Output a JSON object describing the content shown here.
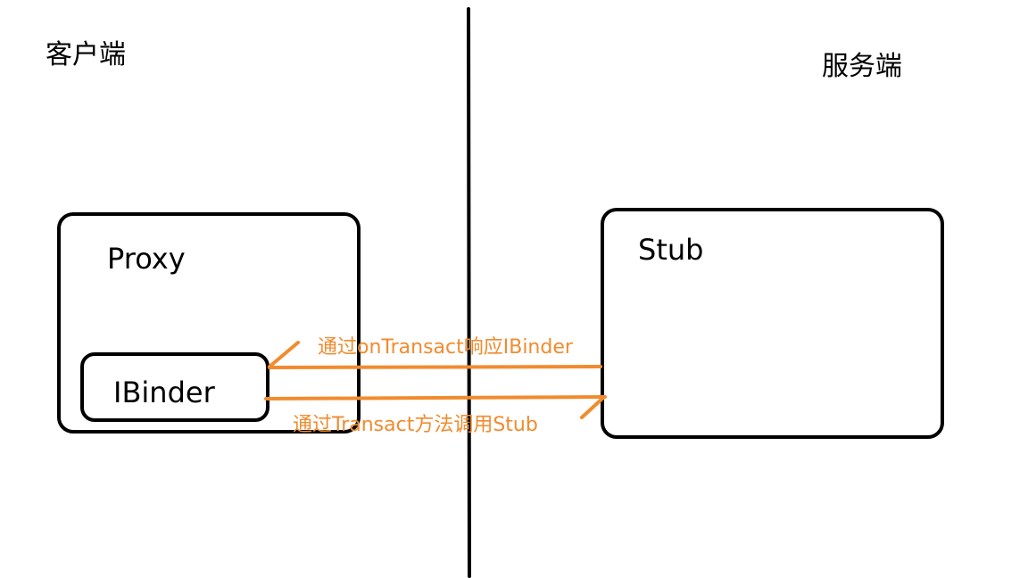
{
  "sides": {
    "client": "客户端",
    "server": "服务端"
  },
  "boxes": {
    "proxy": "Proxy",
    "ibinder": "IBinder",
    "stub": "Stub"
  },
  "arrows": {
    "response": "通过onTransact响应IBinder",
    "call": "通过Transact方法调用Stub"
  },
  "colors": {
    "lines": "#000000",
    "arrows": "#f28b2e"
  }
}
